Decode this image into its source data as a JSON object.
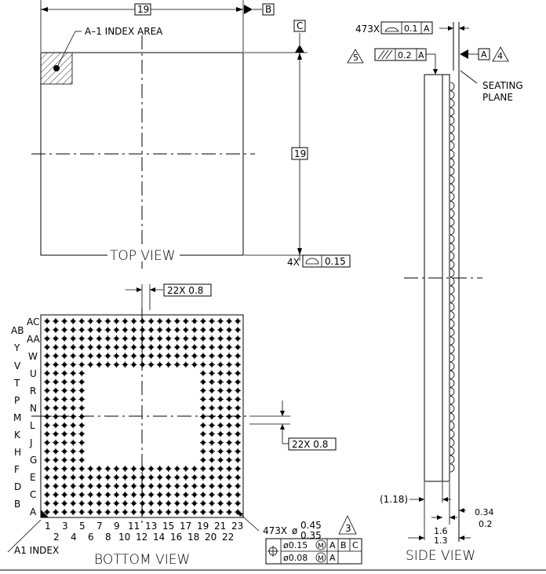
{
  "top_view": {
    "title": "TOP VIEW",
    "width_dim": "19",
    "height_dim": "19",
    "datum_b": "B",
    "datum_c": "C",
    "index_label": "A–1 INDEX AREA",
    "flatness_count": "4X",
    "flatness_value": "0.15"
  },
  "bottom_view": {
    "title": "BOTTOM VIEW",
    "pitch_h": "22X 0.8",
    "pitch_v": "22X 0.8",
    "row_labels_left": [
      "AB",
      "Y",
      "V",
      "T",
      "P",
      "M",
      "K",
      "H",
      "F",
      "D",
      "B"
    ],
    "row_labels_right": [
      "AC",
      "AA",
      "W",
      "U",
      "R",
      "N",
      "L",
      "J",
      "G",
      "E",
      "C",
      "A"
    ],
    "col_labels_odd": [
      "1",
      "3",
      "5",
      "7",
      "9",
      "11",
      "13",
      "15",
      "17",
      "19",
      "21",
      "23"
    ],
    "col_labels_even": [
      "2",
      "4",
      "6",
      "8",
      "10",
      "12",
      "14",
      "16",
      "18",
      "20",
      "22"
    ],
    "a1_index": "A1 INDEX",
    "ball_count": "473X",
    "ball_diameter_symbol": "ø",
    "ball_dia_max": "0.45",
    "ball_dia_min": "0.35",
    "note_3": "3",
    "pos_tol_1": "ø0.15",
    "pos_tol_2": "ø0.08",
    "datum_a": "A",
    "datum_b": "B",
    "datum_c": "C",
    "mmc": "M"
  },
  "side_view": {
    "title": "SIDE VIEW",
    "profile_count": "473X",
    "profile_value": "0.1",
    "profile_datum": "A",
    "note_5": "5",
    "parallel_value": "0.2",
    "parallel_datum": "A",
    "datum_a": "A",
    "note_4": "4",
    "seating_plane_1": "SEATING",
    "seating_plane_2": "PLANE",
    "body_thk": "(1.18)",
    "height_max": "1.6",
    "height_min": "1.3",
    "standoff_max": "0.34",
    "standoff_min": "0.2"
  }
}
